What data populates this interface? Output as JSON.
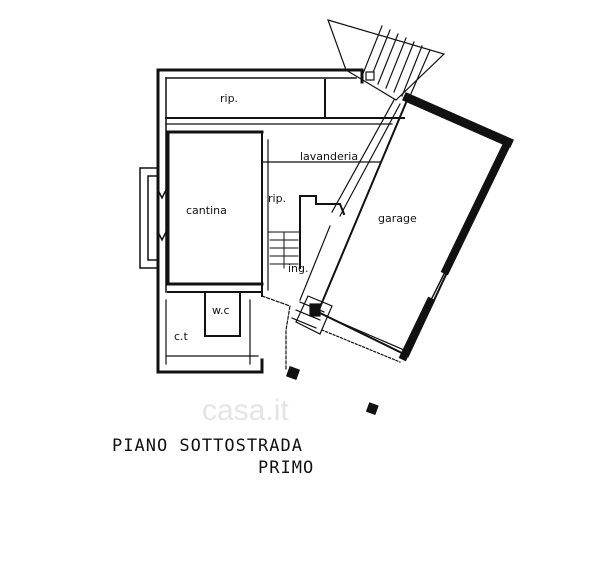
{
  "plan": {
    "rooms": {
      "rip_top": "rip.",
      "lavanderia": "lavanderia",
      "cantina": "cantina",
      "rip_mid": "rip.",
      "garage": "garage",
      "ingresso": "ing.",
      "wc": "w.c",
      "ct": "c.t"
    },
    "caption": {
      "line1": "PIANO SOTTOSTRADA",
      "line2": "PRIMO"
    },
    "watermark": "casa.it"
  },
  "colors": {
    "ink": "#111111",
    "paper": "#ffffff"
  }
}
